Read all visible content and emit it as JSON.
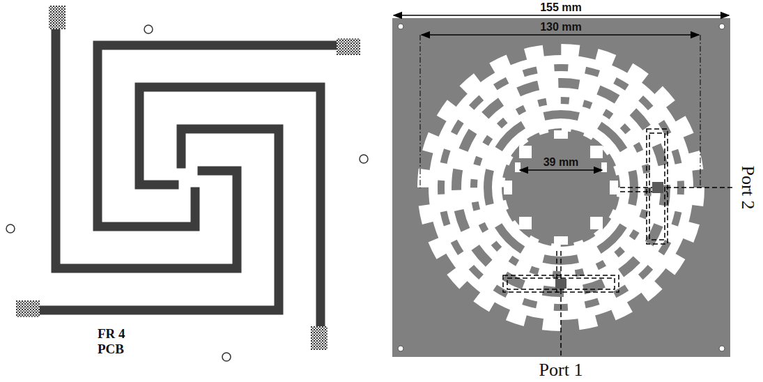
{
  "diagram": {
    "labels": [
      "FR 4 PCB",
      "155 mm",
      "130 mm",
      "39 mm",
      "Port 2",
      "Port 1"
    ]
  }
}
